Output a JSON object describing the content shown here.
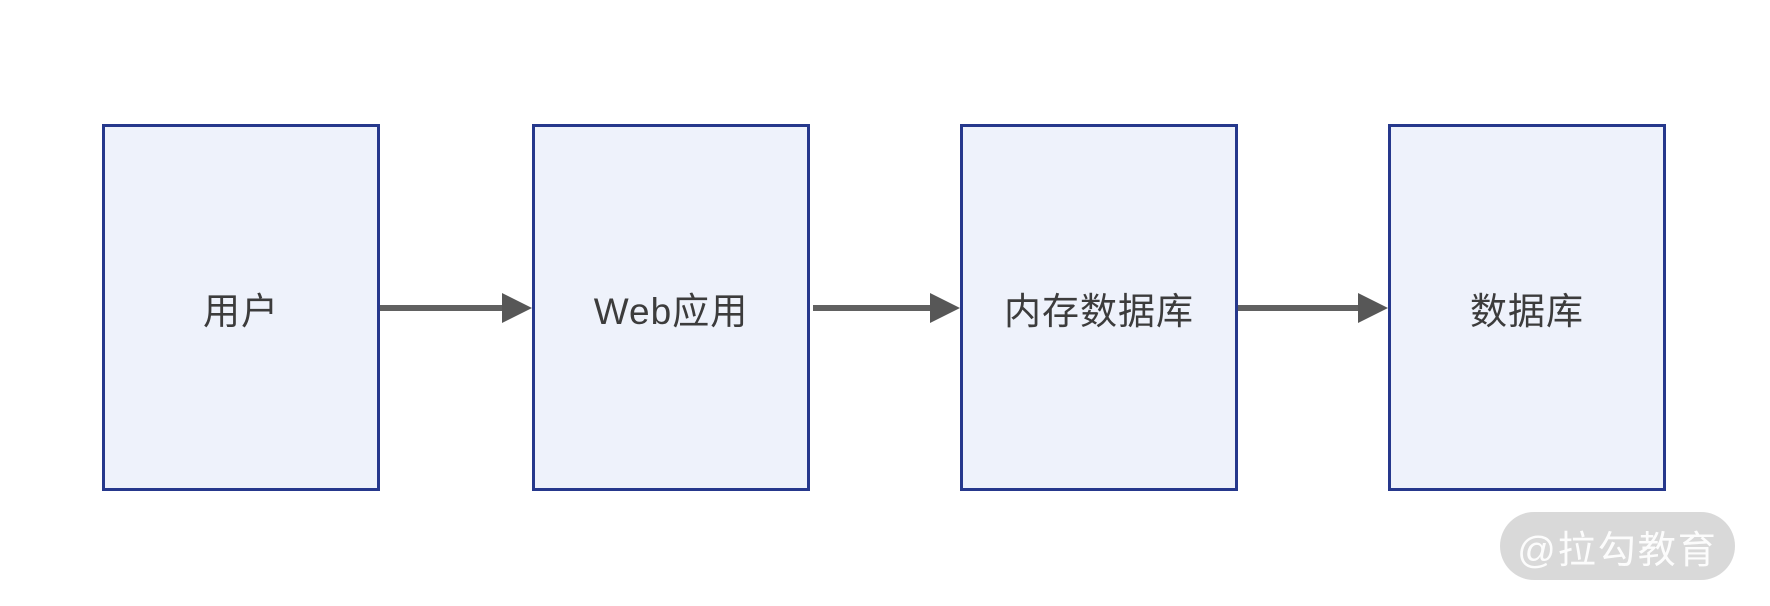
{
  "diagram": {
    "type": "flow",
    "direction": "left-to-right",
    "nodes": [
      {
        "id": "user",
        "label": "用户"
      },
      {
        "id": "web-app",
        "label": "Web应用"
      },
      {
        "id": "memory-db",
        "label": "内存数据库"
      },
      {
        "id": "database",
        "label": "数据库"
      }
    ],
    "edges": [
      {
        "from": "user",
        "to": "web-app",
        "style": "solid-arrow"
      },
      {
        "from": "web-app",
        "to": "memory-db",
        "style": "solid-arrow"
      },
      {
        "from": "memory-db",
        "to": "database",
        "style": "solid-arrow"
      }
    ],
    "colors": {
      "node_fill": "#EEF2FB",
      "node_border": "#26388C",
      "node_text": "#3C3C3C",
      "arrow": "#575757",
      "background": "#FFFFFF",
      "watermark_pill": "#D2D2D2",
      "watermark_text": "#FFFFFF"
    }
  },
  "watermark": {
    "label": "@拉勾教育"
  }
}
